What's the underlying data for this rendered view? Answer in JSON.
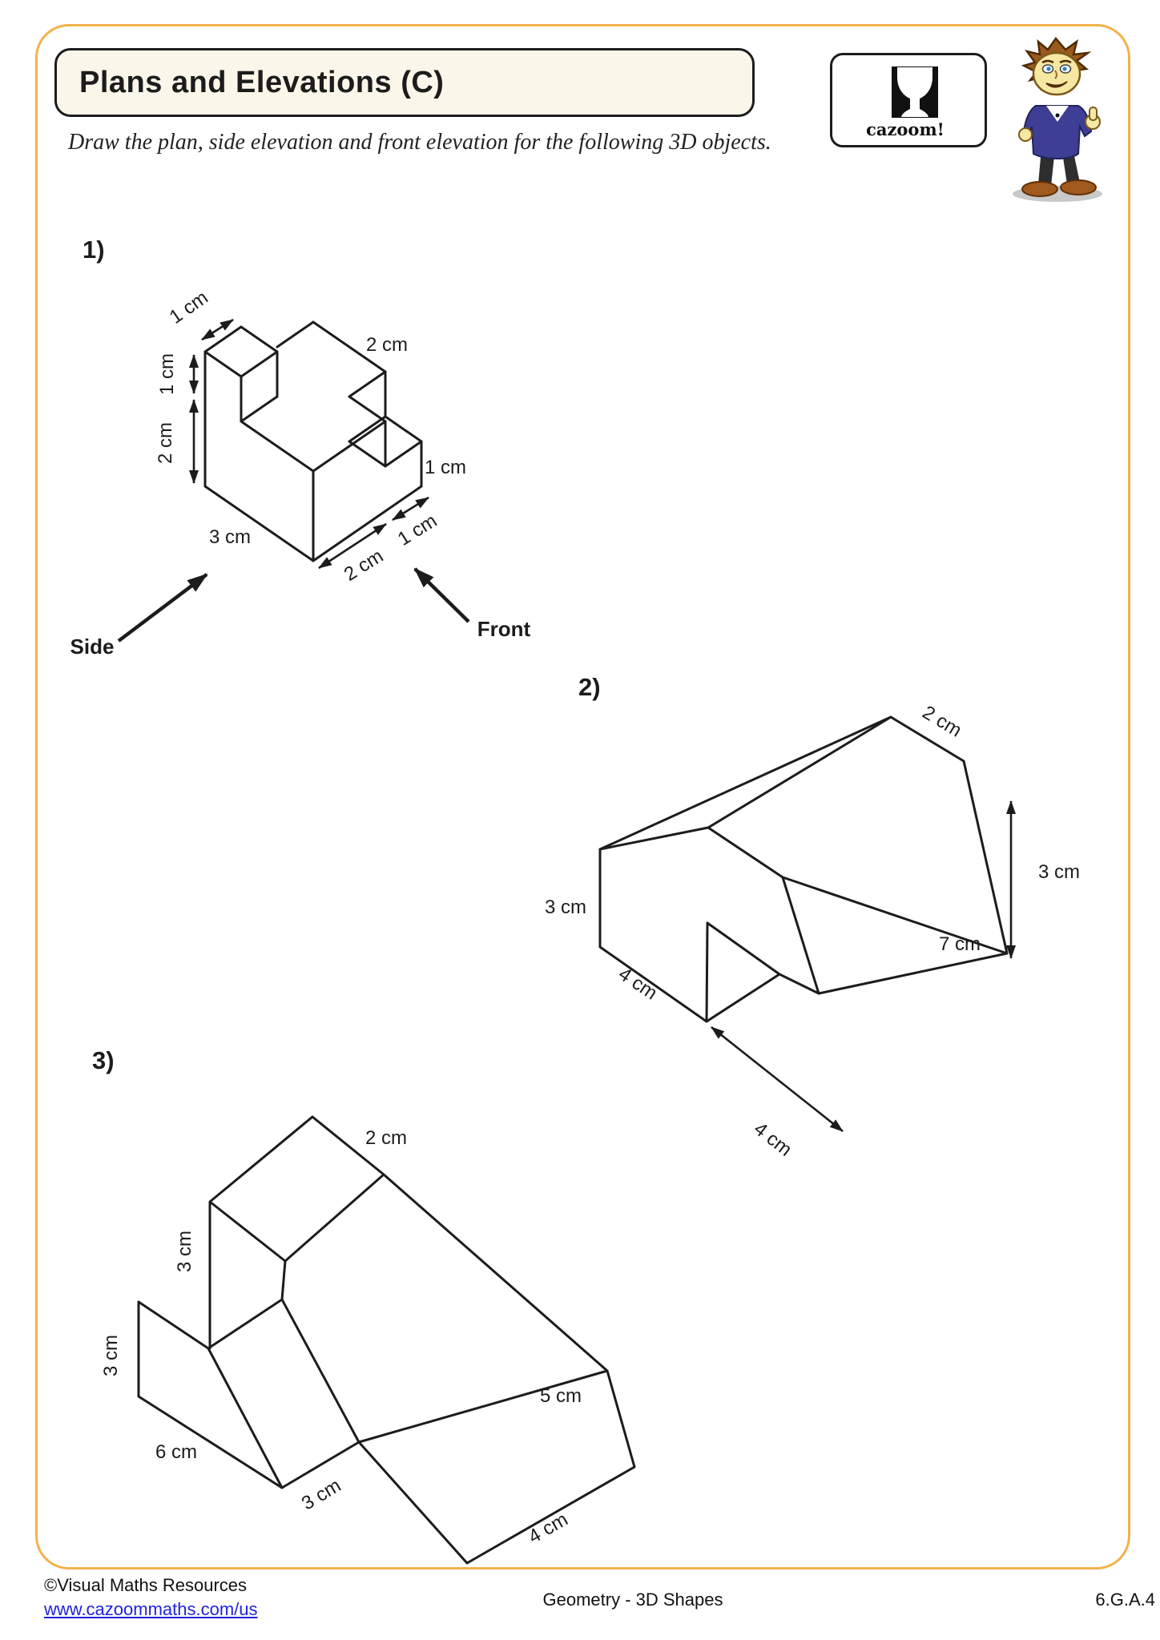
{
  "header": {
    "title": "Plans and Elevations (C)",
    "logo_text": "cazoom!"
  },
  "instruction": "Draw the plan, side elevation and front elevation for the following 3D objects.",
  "q1": {
    "num": "1)",
    "top_1cm": "1 cm",
    "left_upper_1cm": "1 cm",
    "left_lower_2cm": "2 cm",
    "top_right_2cm": "2 cm",
    "right_1cm": "1 cm",
    "bottom_left_3cm": "3 cm",
    "bottom_front_2cm": "2 cm",
    "bottom_front_1cm": "1 cm",
    "side_label": "Side",
    "front_label": "Front"
  },
  "q2": {
    "num": "2)",
    "top_2cm": "2 cm",
    "right_3cm": "3 cm",
    "left_3cm": "3 cm",
    "left_4cm": "4 cm",
    "bottom_4cm": "4 cm",
    "bottom_7cm": "7 cm"
  },
  "q3": {
    "num": "3)",
    "top_2cm": "2 cm",
    "upper_3cm": "3 cm",
    "lower_3cm": "3 cm",
    "slope_6cm": "6 cm",
    "bottom_3cm": "3 cm",
    "right_5cm": "5 cm",
    "bottom_4cm": "4 cm"
  },
  "footer": {
    "copyright": "©Visual Maths Resources",
    "link": "www.cazoommaths.com/us",
    "center": "Geometry - 3D Shapes",
    "code": "6.G.A.4"
  }
}
